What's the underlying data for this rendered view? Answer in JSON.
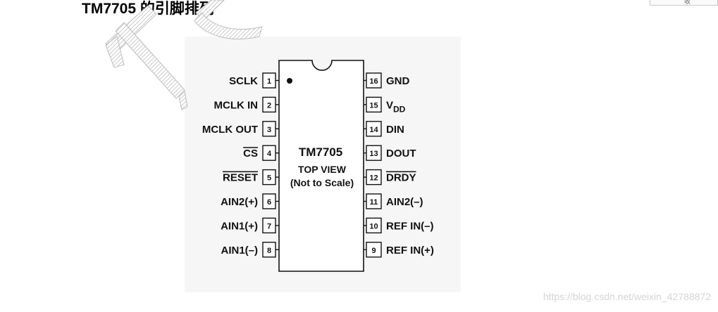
{
  "page_title": "TM7705 的引脚排列",
  "corner_widget_label": "收",
  "chip": {
    "name": "TM7705",
    "view_line1": "TOP VIEW",
    "view_line2": "(Not to Scale)"
  },
  "pins_left": [
    {
      "num": "1",
      "label": "SCLK",
      "overline": false
    },
    {
      "num": "2",
      "label": "MCLK IN",
      "overline": false
    },
    {
      "num": "3",
      "label": "MCLK OUT",
      "overline": false
    },
    {
      "num": "4",
      "label": "CS",
      "overline": true
    },
    {
      "num": "5",
      "label": "RESET",
      "overline": true
    },
    {
      "num": "6",
      "label": "AIN2(+)",
      "overline": false
    },
    {
      "num": "7",
      "label": "AIN1(+)",
      "overline": false
    },
    {
      "num": "8",
      "label": "AIN1(–)",
      "overline": false
    }
  ],
  "pins_right": [
    {
      "num": "16",
      "label": "GND",
      "overline": false
    },
    {
      "num": "15",
      "label": "V",
      "sub": "DD",
      "overline": false
    },
    {
      "num": "14",
      "label": "DIN",
      "overline": false
    },
    {
      "num": "13",
      "label": "DOUT",
      "overline": false
    },
    {
      "num": "12",
      "label": "DRDY",
      "overline": true
    },
    {
      "num": "11",
      "label": "AIN2(–)",
      "overline": false
    },
    {
      "num": "10",
      "label": "REF IN(–)",
      "overline": false
    },
    {
      "num": "9",
      "label": "REF IN(+)",
      "overline": false
    }
  ],
  "watermark_text": "https://blog.csdn.net/weixin_42788872",
  "colors": {
    "panel_bg": "#f6f6f6",
    "ink": "#111111",
    "watermark_stripe": "#d0d0d0"
  }
}
